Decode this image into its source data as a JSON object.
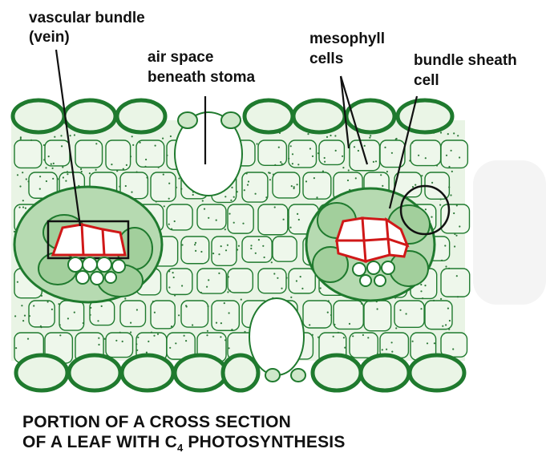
{
  "diagram": {
    "labels": {
      "vascular_bundle": "vascular bundle",
      "vein": "(vein)",
      "air_space_line1": "air space",
      "air_space_line2": "beneath stoma",
      "mesophyll_line1": "mesophyll",
      "mesophyll_line2": "cells",
      "bundle_sheath_line1": "bundle sheath",
      "bundle_sheath_line2": "cell"
    },
    "caption": {
      "line1": "PORTION OF A CROSS SECTION",
      "line2_prefix": "OF A LEAF WITH C",
      "line2_subscript": "4",
      "line2_suffix": " PHOTOSYNTHESIS"
    },
    "colors": {
      "cell_wall": "#1f7a2e",
      "cell_fill": "#e6f3e2",
      "sheath_fill": "#a9d3a4",
      "vein_wall": "#d01818",
      "background": "#ffffff"
    }
  }
}
